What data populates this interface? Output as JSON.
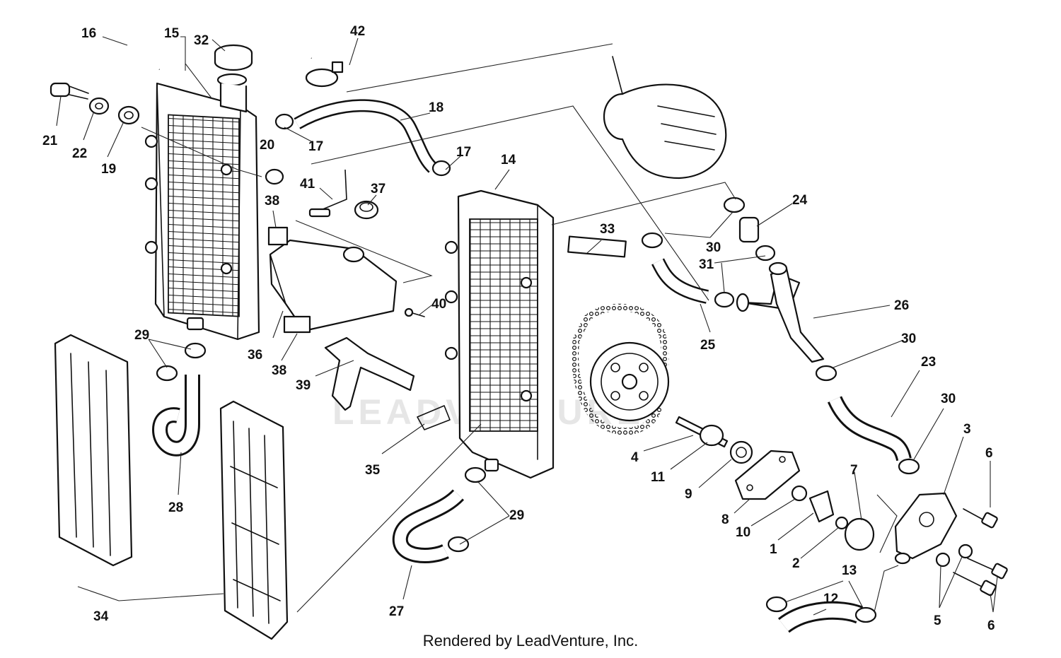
{
  "watermark": "LEADVENTURE",
  "footer": "Rendered by LeadVenture, Inc.",
  "callouts": [
    {
      "id": "c1",
      "label": "1"
    },
    {
      "id": "c2",
      "label": "2"
    },
    {
      "id": "c3",
      "label": "3"
    },
    {
      "id": "c4",
      "label": "4"
    },
    {
      "id": "c5",
      "label": "5"
    },
    {
      "id": "c6a",
      "label": "6"
    },
    {
      "id": "c6b",
      "label": "6"
    },
    {
      "id": "c7",
      "label": "7"
    },
    {
      "id": "c8",
      "label": "8"
    },
    {
      "id": "c9",
      "label": "9"
    },
    {
      "id": "c10",
      "label": "10"
    },
    {
      "id": "c11",
      "label": "11"
    },
    {
      "id": "c12",
      "label": "12"
    },
    {
      "id": "c13",
      "label": "13"
    },
    {
      "id": "c14",
      "label": "14"
    },
    {
      "id": "c15",
      "label": "15"
    },
    {
      "id": "c16",
      "label": "16"
    },
    {
      "id": "c17a",
      "label": "17"
    },
    {
      "id": "c17b",
      "label": "17"
    },
    {
      "id": "c18",
      "label": "18"
    },
    {
      "id": "c19",
      "label": "19"
    },
    {
      "id": "c20",
      "label": "20"
    },
    {
      "id": "c21",
      "label": "21"
    },
    {
      "id": "c22",
      "label": "22"
    },
    {
      "id": "c23",
      "label": "23"
    },
    {
      "id": "c24",
      "label": "24"
    },
    {
      "id": "c25",
      "label": "25"
    },
    {
      "id": "c26",
      "label": "26"
    },
    {
      "id": "c27",
      "label": "27"
    },
    {
      "id": "c28",
      "label": "28"
    },
    {
      "id": "c29a",
      "label": "29"
    },
    {
      "id": "c29b",
      "label": "29"
    },
    {
      "id": "c30a",
      "label": "30"
    },
    {
      "id": "c30b",
      "label": "30"
    },
    {
      "id": "c30c",
      "label": "30"
    },
    {
      "id": "c31",
      "label": "31"
    },
    {
      "id": "c32",
      "label": "32"
    },
    {
      "id": "c33",
      "label": "33"
    },
    {
      "id": "c34",
      "label": "34"
    },
    {
      "id": "c35",
      "label": "35"
    },
    {
      "id": "c36",
      "label": "36"
    },
    {
      "id": "c37",
      "label": "37"
    },
    {
      "id": "c38a",
      "label": "38"
    },
    {
      "id": "c38b",
      "label": "38"
    },
    {
      "id": "c39",
      "label": "39"
    },
    {
      "id": "c40",
      "label": "40"
    },
    {
      "id": "c41",
      "label": "41"
    },
    {
      "id": "c42",
      "label": "42"
    }
  ]
}
